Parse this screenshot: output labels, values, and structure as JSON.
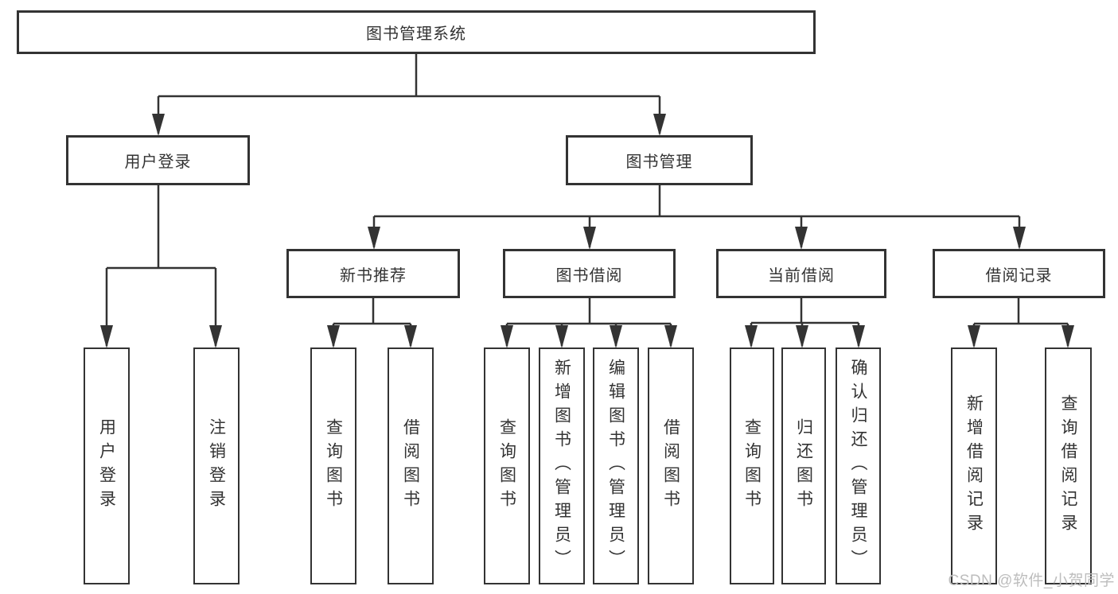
{
  "tree": {
    "root": "图书管理系统",
    "branches": [
      {
        "label": "用户登录",
        "children": [
          "用户登录",
          "注销登录"
        ]
      },
      {
        "label": "图书管理",
        "groups": [
          {
            "label": "新书推荐",
            "children": [
              "查询图书",
              "借阅图书"
            ]
          },
          {
            "label": "图书借阅",
            "children": [
              "查询图书",
              "新增图书（管理员）",
              "编辑图书（管理员）",
              "借阅图书"
            ]
          },
          {
            "label": "当前借阅",
            "children": [
              "查询图书",
              "归还图书",
              "确认归还（管理员）"
            ]
          },
          {
            "label": "借阅记录",
            "children": [
              "新增借阅记录",
              "查询借阅记录"
            ]
          }
        ]
      }
    ]
  },
  "watermark": "CSDN @软件_小贺同学",
  "colors": {
    "line": "#333333",
    "text": "#333333",
    "background": "#ffffff",
    "watermark": "#bdbdbd"
  }
}
